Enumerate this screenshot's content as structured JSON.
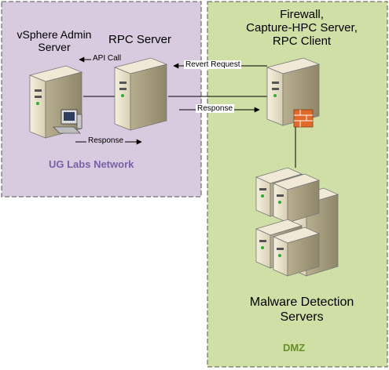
{
  "zones": {
    "lab_network": {
      "label": "UG Labs Network",
      "fill": "#d8cbe0",
      "label_color": "#7b5fa6"
    },
    "dmz": {
      "label": "DMZ",
      "fill": "#cfdfa6",
      "label_color": "#6a8f2a"
    }
  },
  "nodes": {
    "vsphere": {
      "label": "vSphere Admin\nServer"
    },
    "rpc_server": {
      "label": "RPC Server"
    },
    "firewall": {
      "label": "Firewall,\nCapture-HPC Server,\nRPC Client"
    },
    "malware": {
      "label": "Malware Detection\nServers"
    }
  },
  "edges": {
    "api_call": "API Call",
    "revert_request": "Revert Request",
    "response_top": "Response",
    "response_bottom": "Response"
  },
  "colors": {
    "server_body": "#e9e2cc",
    "server_dark": "#5a5a5a",
    "firewall_brick": "#e06a2a"
  }
}
